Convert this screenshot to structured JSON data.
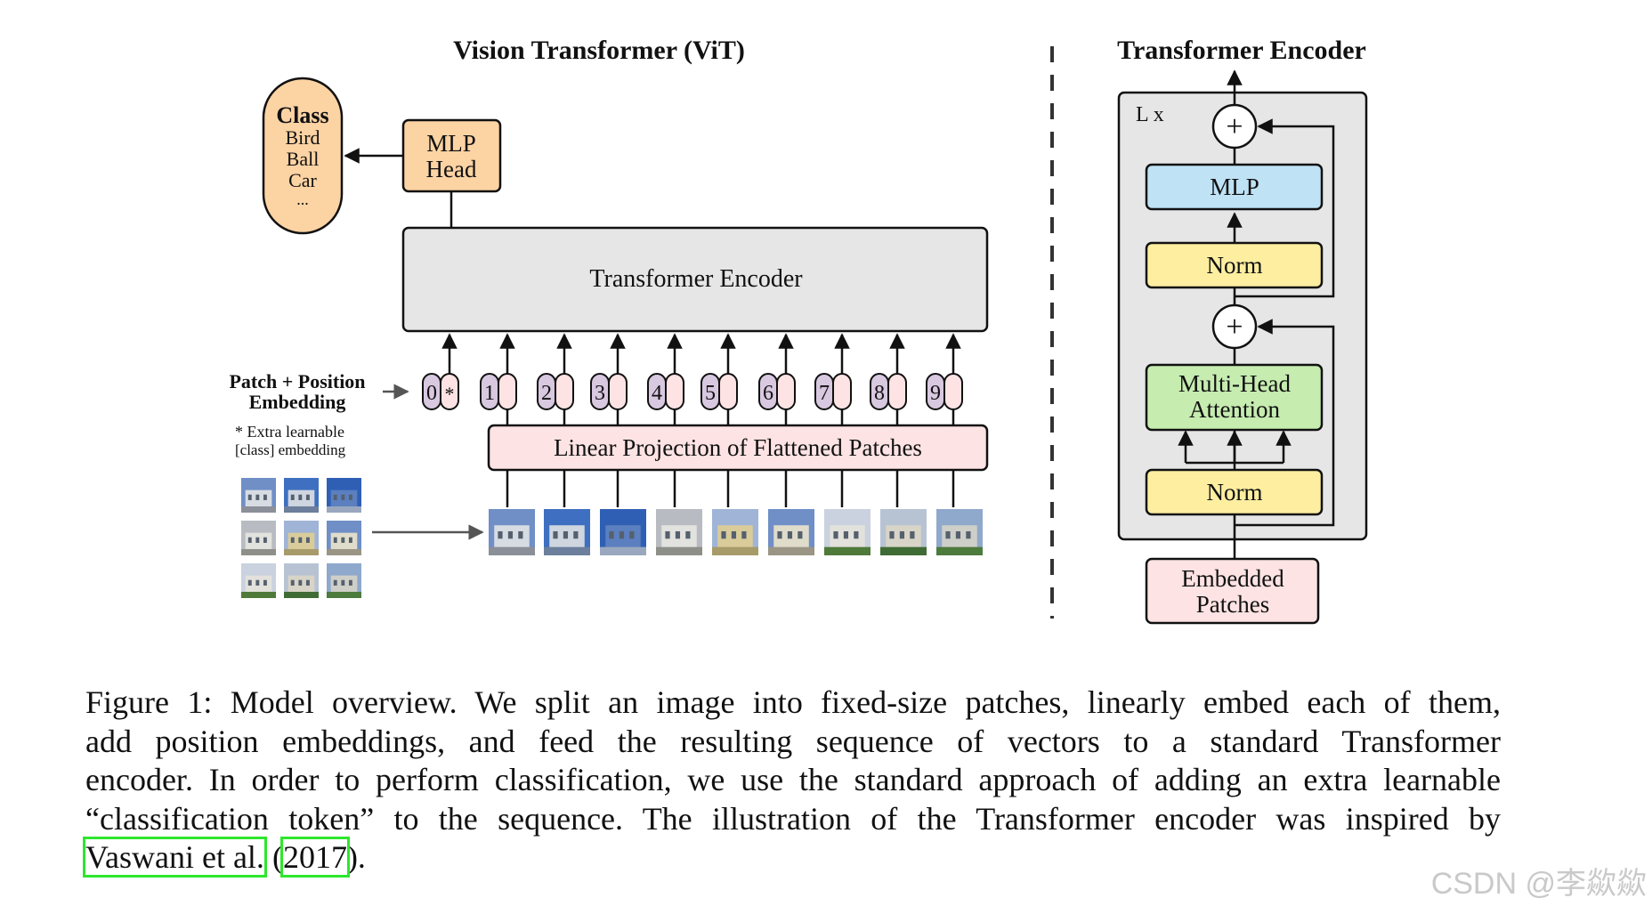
{
  "vit": {
    "title": "Vision Transformer (ViT)",
    "class_box": {
      "heading": "Class",
      "items": [
        "Bird",
        "Ball",
        "Car",
        "..."
      ]
    },
    "mlp_head": [
      "MLP",
      "Head"
    ],
    "encoder_label": "Transformer Encoder",
    "embedding_label": [
      "Patch + Position",
      "Embedding"
    ],
    "extra_note": [
      "* Extra learnable",
      "[class] embedding"
    ],
    "projection_label": "Linear Projection of Flattened Patches",
    "tokens": [
      "0",
      "1",
      "2",
      "3",
      "4",
      "5",
      "6",
      "7",
      "8",
      "9"
    ],
    "class_token_mark": "*"
  },
  "encoder_detail": {
    "title": "Transformer Encoder",
    "repeat_label": "L x",
    "plus_symbol": "+",
    "mlp": "MLP",
    "norm": "Norm",
    "attention": [
      "Multi-Head",
      "Attention"
    ],
    "embedded_patches": [
      "Embedded",
      "Patches"
    ]
  },
  "caption": {
    "lines": [
      "Figure 1: Model overview. We split an image into fixed-size patches, linearly embed each of them,",
      "add position embeddings, and feed the resulting sequence of vectors to a standard Transformer",
      "encoder. In order to perform classification, we use the standard approach of adding an extra learnable",
      "“classification token” to the sequence. The illustration of the Transformer encoder was inspired by"
    ],
    "cite_author": "Vaswani et al.",
    "cite_open": " (",
    "cite_year": "2017",
    "cite_close": ")."
  },
  "watermark": "CSDN @李歘歘",
  "colors": {
    "class_fill": "#fcd3a3",
    "encoder_fill": "#e6e6e6",
    "projection_fill": "#fde3e3",
    "token_purple": "#d8c8e0",
    "token_pink": "#fde3e3",
    "mlp_fill": "#bfe2f5",
    "norm_fill": "#fdeea0",
    "attention_fill": "#c6ecb0",
    "citation_outline": "#2ee62e"
  }
}
